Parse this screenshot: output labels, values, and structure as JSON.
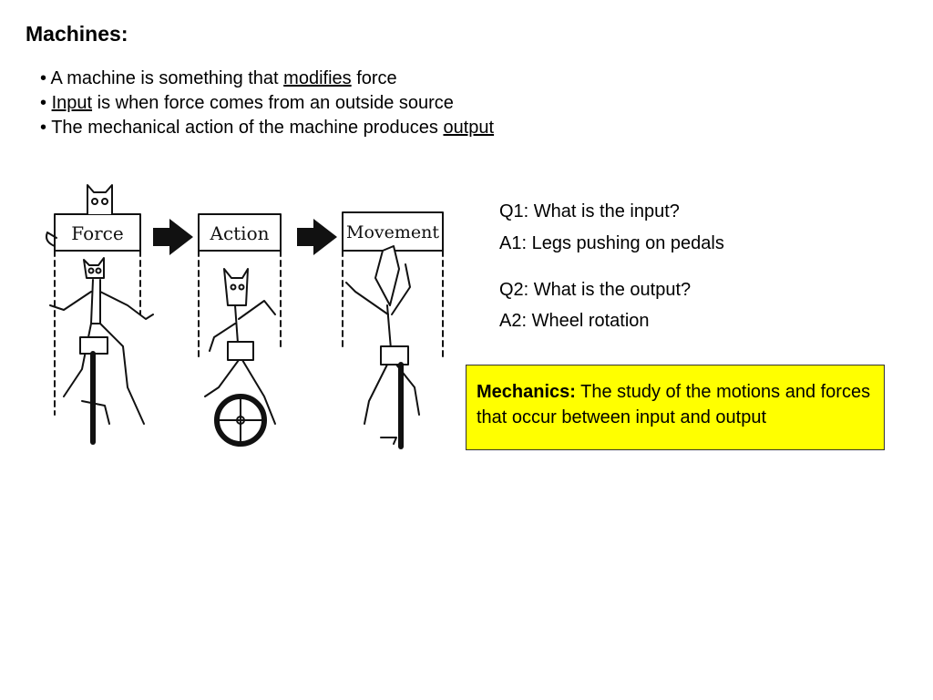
{
  "title": "Machines:",
  "bullets": {
    "b1_pre": "A machine is something that ",
    "b1_link": "modifies",
    "b1_post": " force",
    "b2_link": "Input",
    "b2_post": " is when force comes from an outside source",
    "b3_pre": "The mechanical action of the machine produces ",
    "b3_link": "output"
  },
  "bullet_char": "•",
  "cartoon": {
    "panels": [
      "Force",
      "Action",
      "Movement"
    ]
  },
  "qa": {
    "q1": "Q1: What is the input?",
    "a1": "A1: Legs pushing on pedals",
    "q2": "Q2: What is the output?",
    "a2": "A2: Wheel rotation"
  },
  "definition": {
    "term": "Mechanics:",
    "text": " The study of the motions and forces that occur between input and output",
    "background": "#ffff00"
  }
}
